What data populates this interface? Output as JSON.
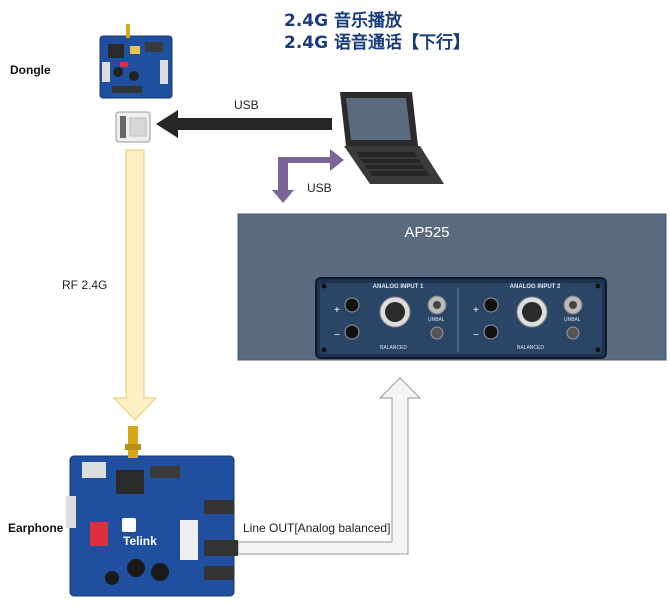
{
  "titles": {
    "line1": "2.4G 音乐播放",
    "line2": "2.4G 语音通话【下行】"
  },
  "labels": {
    "dongle": "Dongle",
    "earphone": "Earphone",
    "usb_top": "USB",
    "usb_side": "USB",
    "rf": "RF 2.4G",
    "line_out": "Line OUT[Analog balanced]"
  },
  "ap525": {
    "title": "AP525",
    "input1": "ANALOG INPUT 1",
    "input2": "ANALOG INPUT 2",
    "balanced": "BALANCED",
    "unbal": "UNBAL"
  },
  "board": {
    "brand": "Telink"
  },
  "colors": {
    "title": "#1a3c7a",
    "ap525_box": "#5a6b7f",
    "panel": "#2a3f5a",
    "board": "#1f4f9e",
    "rf_arrow": "#fdf0c4",
    "usb_arrow_dark": "#262626",
    "usb_arrow_purple": "#7a6596",
    "lineout_arrow": "#f4f4f4"
  }
}
